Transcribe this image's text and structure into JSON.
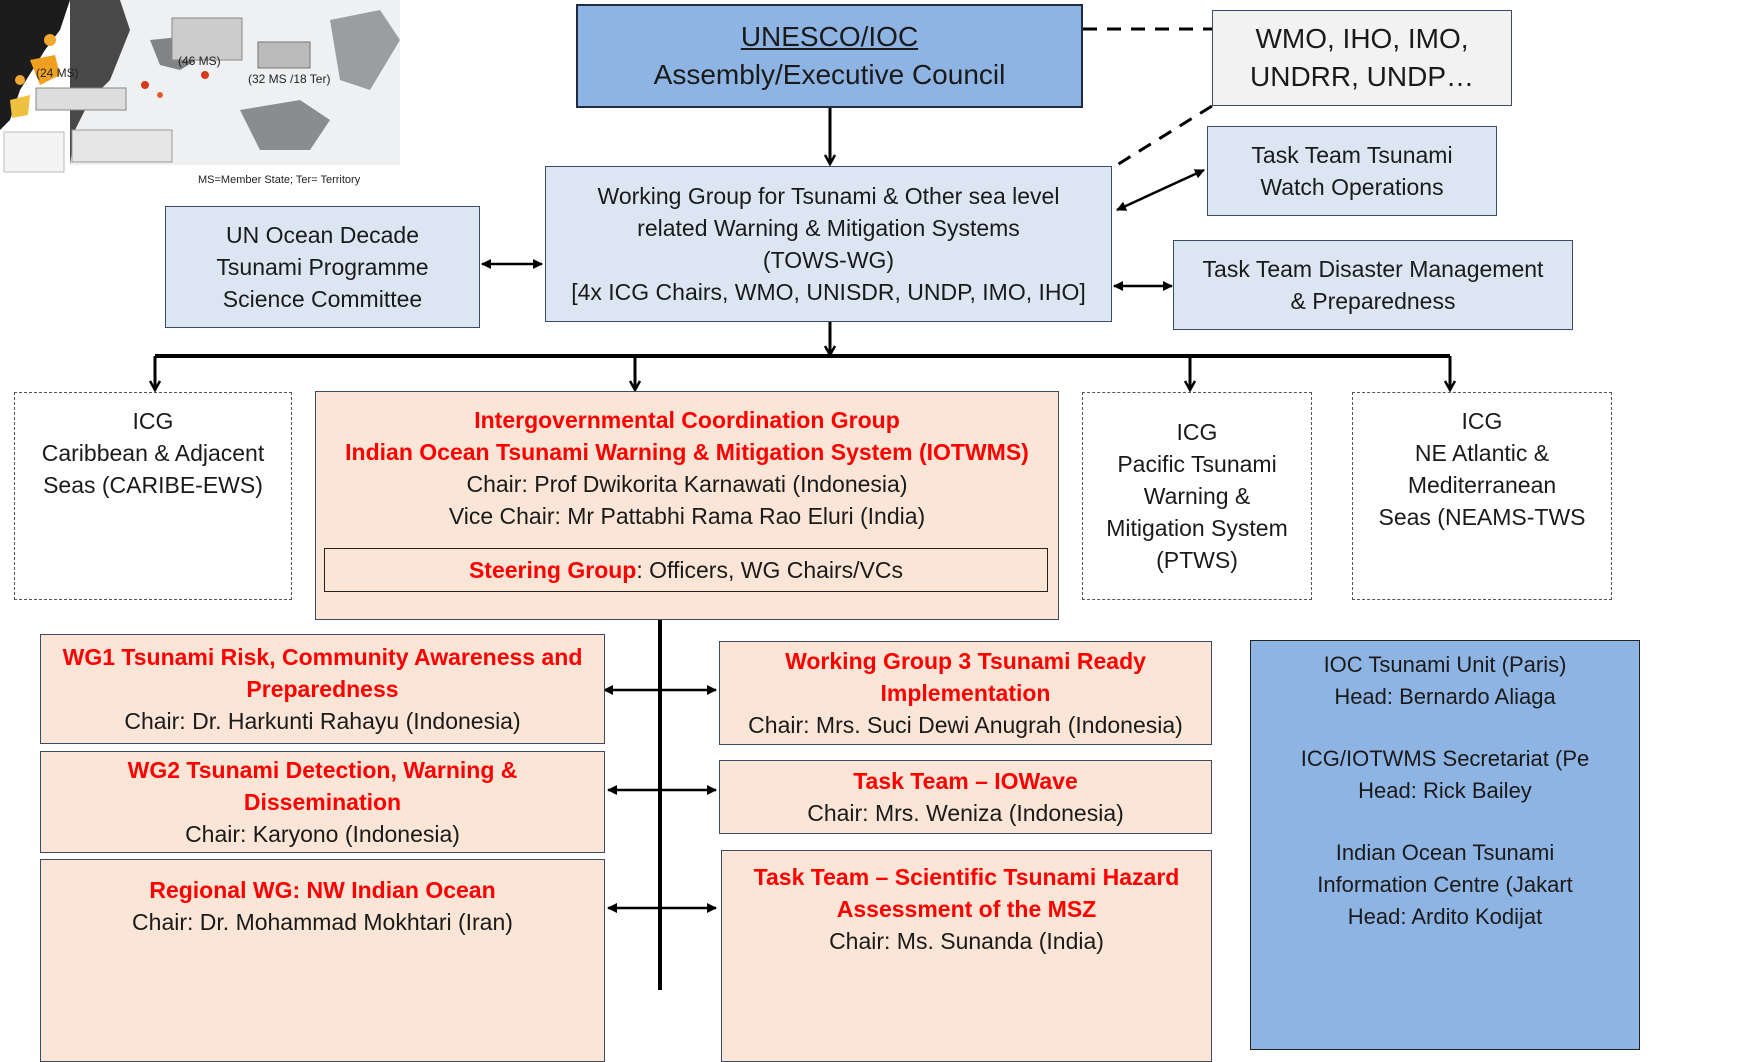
{
  "map": {
    "labels": [
      "(24 MS)",
      "(46 MS)",
      "(32 MS /18 Ter)"
    ],
    "caption": "MS=Member State; Ter= Territory"
  },
  "unesco": {
    "line1": "UNESCO/IOC",
    "line2": "Assembly/Executive Council"
  },
  "partners": {
    "line1": "WMO, IHO, IMO,",
    "line2": "UNDRR, UNDP…"
  },
  "tt_watch": {
    "line1": "Task Team Tsunami",
    "line2": "Watch Operations"
  },
  "tows": {
    "line1": "Working Group for Tsunami & Other sea level",
    "line2": "related Warning & Mitigation Systems",
    "line3": "(TOWS-WG)",
    "line4": "[4x ICG Chairs, WMO, UNISDR, UNDP, IMO, IHO]"
  },
  "un_ocean": {
    "line1": "UN Ocean Decade",
    "line2": "Tsunami Programme",
    "line3": "Science Committee"
  },
  "tt_disaster": {
    "line1": "Task Team Disaster Management",
    "line2": "& Preparedness"
  },
  "icg_caribe": {
    "line1": "ICG",
    "line2": "Caribbean & Adjacent",
    "line3": "Seas (CARIBE-EWS)"
  },
  "iotwms": {
    "line1": "Intergovernmental Coordination Group",
    "line2": "Indian Ocean Tsunami Warning & Mitigation System (IOTWMS)",
    "line3": "Chair: Prof Dwikorita Karnawati (Indonesia)",
    "line4": "Vice Chair: Mr Pattabhi Rama Rao Eluri (India)",
    "steering_label": "Steering Group",
    "steering_rest": ": Officers, WG Chairs/VCs"
  },
  "icg_ptws": {
    "line1": "ICG",
    "line2": "Pacific Tsunami",
    "line3": "Warning &",
    "line4": "Mitigation System",
    "line5": "(PTWS)"
  },
  "icg_neams": {
    "line1": "ICG",
    "line2": "NE Atlantic &",
    "line3": "Mediterranean",
    "line4": "Seas (NEAMS-TWS"
  },
  "wg1": {
    "line1": "WG1 Tsunami Risk, Community Awareness and",
    "line2": "Preparedness",
    "line3": "Chair: Dr. Harkunti Rahayu (Indonesia)"
  },
  "wg2": {
    "line1": "WG2 Tsunami Detection, Warning &",
    "line2": "Dissemination",
    "line3": "Chair: Karyono (Indonesia)"
  },
  "rwg": {
    "line1": "Regional WG: NW Indian Ocean",
    "line2": "Chair: Dr. Mohammad Mokhtari (Iran)"
  },
  "wg3": {
    "line1": "Working Group 3 Tsunami Ready",
    "line2": "Implementation",
    "line3": "Chair: Mrs. Suci Dewi Anugrah (Indonesia)"
  },
  "tt_iowave": {
    "line1": "Task Team – IOWave",
    "line2": "Chair: Mrs. Weniza (Indonesia)"
  },
  "tt_msz": {
    "line1": "Task Team – Scientific Tsunami Hazard",
    "line2": "Assessment of the MSZ",
    "line3": "Chair: Ms. Sunanda (India)"
  },
  "secretariat": {
    "line1": "IOC Tsunami Unit (Paris)",
    "line2": "Head: Bernardo Aliaga",
    "line3": "ICG/IOTWMS Secretariat (Pe",
    "line4": "Head: Rick Bailey",
    "line5": "Indian Ocean Tsunami",
    "line6": "Information Centre (Jakart",
    "line7": "Head: Ardito Kodijat"
  }
}
